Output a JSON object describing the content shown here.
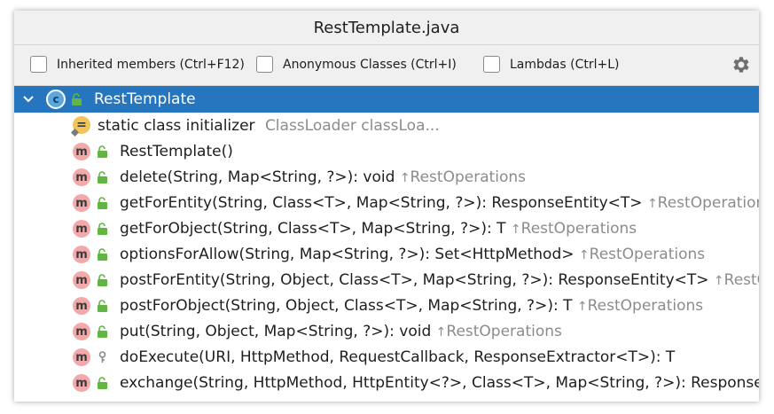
{
  "window": {
    "title": "RestTemplate.java"
  },
  "toolbar": {
    "inherited_label": "Inherited members (Ctrl+F12)",
    "anonymous_label": "Anonymous Classes (Ctrl+I)",
    "lambdas_label": "Lambdas (Ctrl+L)",
    "settings_icon": "gear-icon"
  },
  "tree": {
    "root": {
      "label": "RestTemplate",
      "icon": "class-icon",
      "expanded": true
    },
    "initializer": {
      "label": "static class initializer",
      "detail": "ClassLoader classLoa..."
    },
    "members": [
      {
        "signature": "RestTemplate()",
        "inherited": ""
      },
      {
        "signature": "delete(String, Map<String, ?>): void",
        "inherited": "RestOperations"
      },
      {
        "signature": "getForEntity(String, Class<T>, Map<String, ?>): ResponseEntity<T>",
        "inherited": "RestOperations"
      },
      {
        "signature": "getForObject(String, Class<T>, Map<String, ?>): T",
        "inherited": "RestOperations"
      },
      {
        "signature": "optionsForAllow(String, Map<String, ?>): Set<HttpMethod>",
        "inherited": "RestOperations"
      },
      {
        "signature": "postForEntity(String, Object, Class<T>, Map<String, ?>): ResponseEntity<T>",
        "inherited": "RestOpera"
      },
      {
        "signature": "postForObject(String, Object, Class<T>, Map<String, ?>): T",
        "inherited": "RestOperations"
      },
      {
        "signature": "put(String, Object, Map<String, ?>): void",
        "inherited": "RestOperations"
      },
      {
        "signature": "doExecute(URI, HttpMethod, RequestCallback, ResponseExtractor<T>): T",
        "inherited": ""
      },
      {
        "signature": "exchange(String, HttpMethod, HttpEntity<?>, Class<T>, Map<String, ?>): ResponseEnti",
        "inherited": ""
      }
    ]
  },
  "colors": {
    "selection": "#2675bf",
    "method_icon": "#f3a9a9",
    "class_icon": "#5aa6df",
    "lock_public": "#62b543",
    "inherited_text": "#8c8c8c"
  }
}
